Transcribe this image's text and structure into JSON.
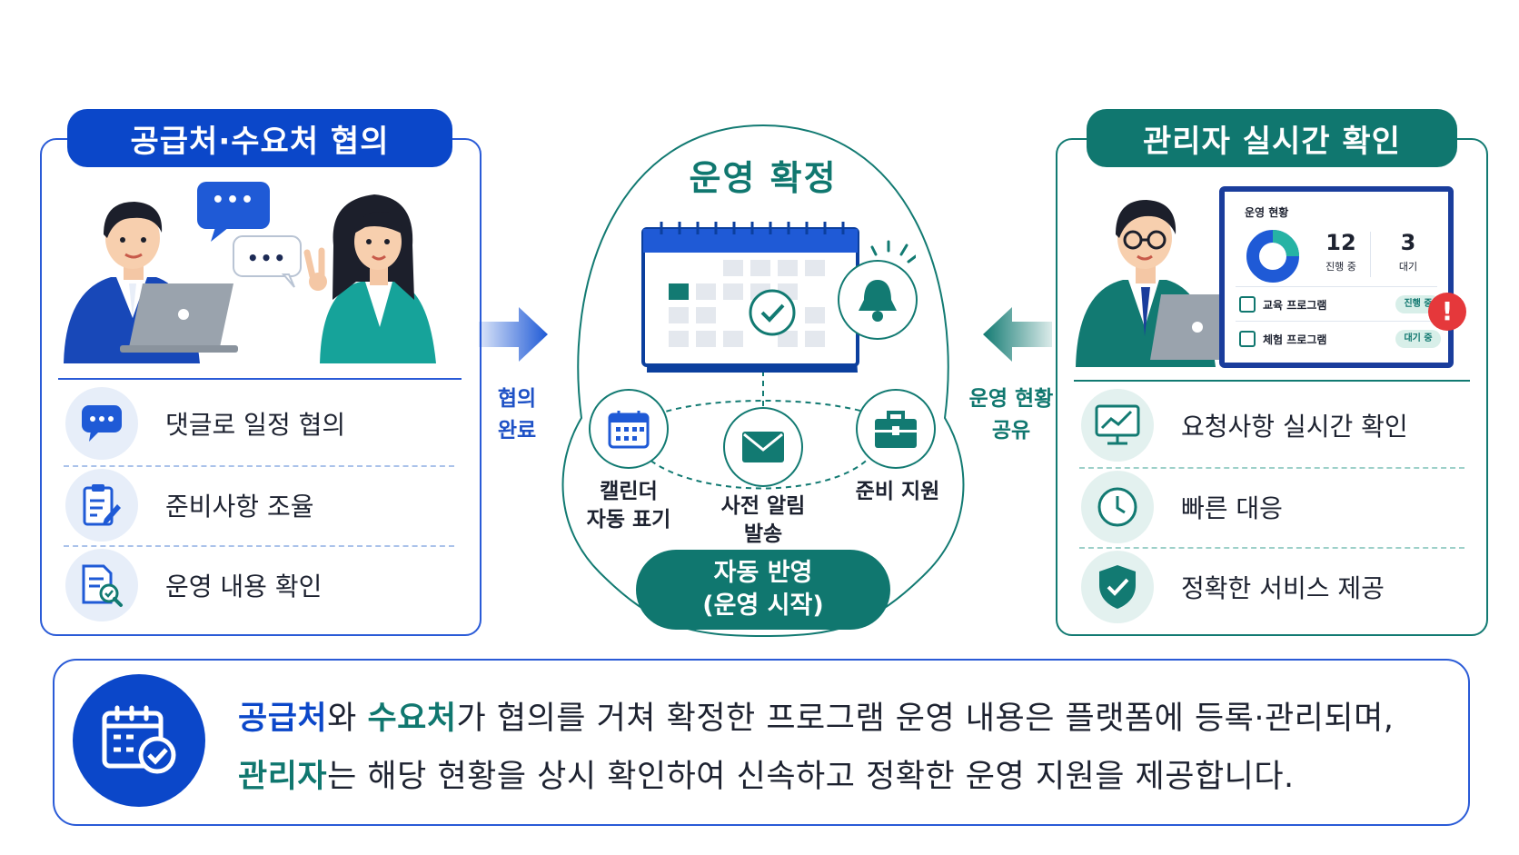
{
  "left_panel": {
    "title": "공급처·수요처 협의",
    "items": [
      "댓글로 일정 협의",
      "준비사항 조율",
      "운영 내용 확인"
    ],
    "bubble_text": "•••",
    "bubble_text_2": "•••"
  },
  "center": {
    "title": "운영 확정",
    "icons": [
      {
        "label_1": "캘린더",
        "label_2": "자동 표기"
      },
      {
        "label_1": "사전 알림",
        "label_2": "발송"
      },
      {
        "label_1": "준비 지원",
        "label_2": ""
      }
    ],
    "auto_title": "자동 반영",
    "auto_sub": "(운영 시작)"
  },
  "arrows": {
    "left_label_1": "협의",
    "left_label_2": "완료",
    "right_label_1": "운영 현황",
    "right_label_2": "공유"
  },
  "right_panel": {
    "title": "관리자 실시간 확인",
    "items": [
      "요청사항 실시간 확인",
      "빠른 대응",
      "정확한 서비스 제공"
    ],
    "dashboard": {
      "title": "운영 현황",
      "in_progress_count": "12",
      "in_progress_label": "진행 중",
      "waiting_count": "3",
      "waiting_label": "대기",
      "programs": [
        {
          "name": "교육 프로그램",
          "status": "진행 중"
        },
        {
          "name": "체험 프로그램",
          "status": "대기 중"
        }
      ],
      "alert": "!"
    }
  },
  "summary": {
    "line1": {
      "hl1": "공급처",
      "t1": "와 ",
      "hl2": "수요처",
      "t2": "가 협의를 거쳐 확정한 프로그램 운영 내용은 플랫폼에 등록·관리되며,"
    },
    "line2": {
      "hl": "관리자",
      "t": "는 해당 현황을 상시 확인하여 신속하고 정확한 운영 지원을 제공합니다."
    }
  },
  "colors": {
    "blue": "#0b47c9",
    "teal": "#10776f",
    "light_blue": "#e7eef9",
    "light_teal": "#e3f1ef",
    "alert_red": "#e5383b"
  }
}
